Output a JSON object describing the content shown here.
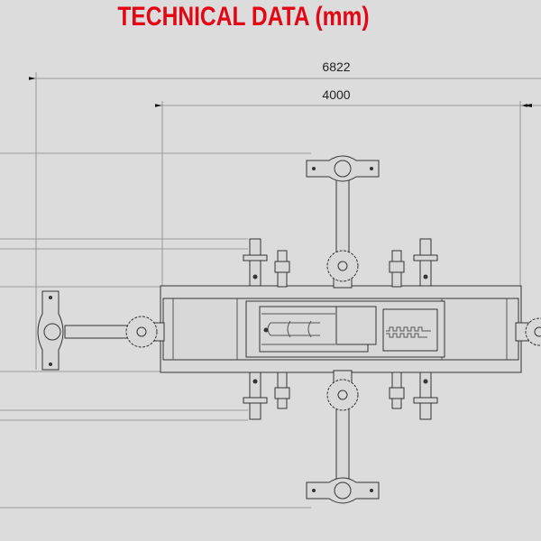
{
  "title": "TECHNICAL DATA (mm)",
  "dimensions": {
    "overall_length": "6822",
    "frame_length": "4000"
  },
  "colors": {
    "title": "#e30613",
    "background": "#dcdcdc",
    "lines": "#333333"
  }
}
